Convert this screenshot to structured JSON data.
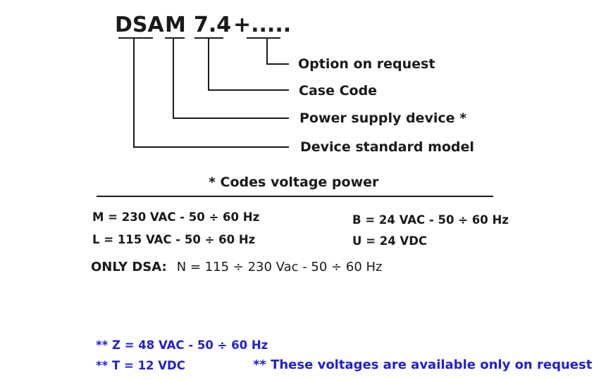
{
  "code": {
    "part1": "DSA",
    "part2": "M",
    "part3": "7.4",
    "part4": "+....."
  },
  "labels": {
    "option": "Option on request",
    "case": "Case Code",
    "power": "Power supply device *",
    "model": "Device standard model"
  },
  "codes_title": "* Codes voltage power",
  "voltages_left": [
    "M = 230 VAC - 50 ÷ 60 Hz",
    "L = 115 VAC - 50 ÷ 60 Hz"
  ],
  "voltages_right": [
    "B = 24 VAC - 50 ÷ 60 Hz",
    "U = 24 VDC"
  ],
  "only_dsa": {
    "label": "ONLY DSA:",
    "value": "N = 115 ÷ 230 Vac - 50 ÷ 60 Hz"
  },
  "extra": {
    "z": "** Z = 48 VAC - 50 ÷ 60 Hz",
    "t": "** T = 12 VDC",
    "note": "** These voltages are available only on request"
  },
  "colors": {
    "text": "#1a1a1a",
    "blue": "#1f1fd6"
  }
}
